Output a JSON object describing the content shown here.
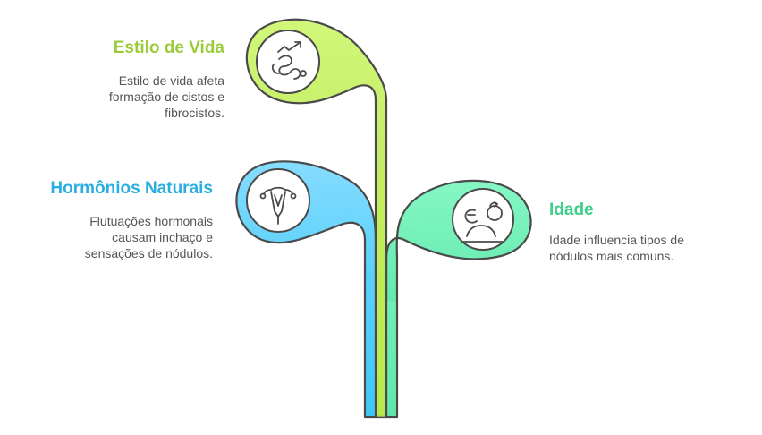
{
  "diagram": {
    "type": "plant-stem-infographic",
    "colors": {
      "green": "#9ccb3a",
      "blue": "#2aaee0",
      "teal": "#3fcf8a",
      "desc_text": "#555555",
      "outline": "#4a4a4a"
    },
    "items": [
      {
        "title": "Estilo de Vida",
        "description": "Estilo de vida afeta\nformação de cistos e\nfibrocistos.",
        "icon": "lifestyle-activity-icon",
        "color": "#9ccb3a"
      },
      {
        "title": "Hormônios Naturais",
        "description": "Flutuações hormonais\ncausam inchaço e\nsensações de nódulos.",
        "icon": "uterus-hormone-icon",
        "color": "#2aaee0"
      },
      {
        "title": "Idade",
        "description": "Idade influencia tipos de\nnódulos mais comuns.",
        "icon": "aging-person-icon",
        "color": "#3fcf8a"
      }
    ]
  }
}
